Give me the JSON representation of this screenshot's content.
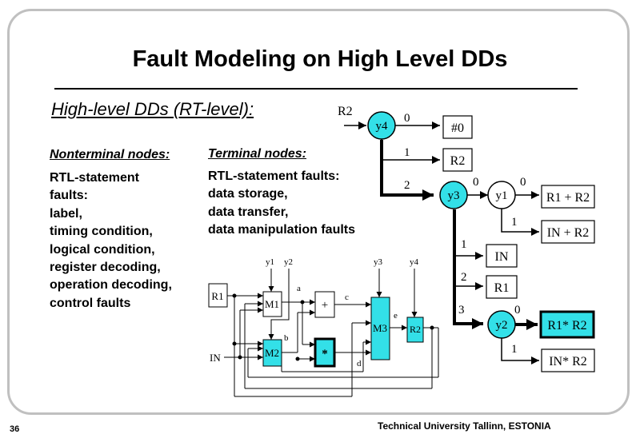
{
  "title": "Fault Modeling on High Level DDs",
  "subtitle": "High-level DDs (RT-level)",
  "subtitle_colon": ":",
  "nonterminal": {
    "heading": "Nonterminal nodes:",
    "items": [
      "RTL-statement",
      "faults:",
      "label,",
      "timing condition,",
      "logical condition,",
      "register decoding,",
      "operation decoding,",
      "control faults"
    ]
  },
  "terminal": {
    "heading": "Terminal nodes:",
    "items": [
      "RTL-statement faults:",
      "data storage,",
      "data transfer,",
      "data manipulation faults"
    ]
  },
  "dd": {
    "input_label": "R2",
    "nodes": {
      "y4": "y4",
      "y3": "y3",
      "y1": "y1",
      "y2": "y2"
    },
    "terminals": {
      "t0": "#0",
      "tR2": "R2",
      "tR1plusR2": "R1 + R2",
      "tINplusR2": "IN + R2",
      "tIN": "IN",
      "tR1": "R1",
      "tR1xR2": "R1* R2",
      "tINxR2": "IN* R2"
    },
    "edges": {
      "y4_0": "0",
      "y4_1": "1",
      "y4_2": "2",
      "y3_0": "0",
      "y3_1": "1",
      "y3_2": "2",
      "y3_3": "3",
      "y1_0": "0",
      "y1_1": "1",
      "y2_0": "0",
      "y2_1": "1"
    }
  },
  "circuit": {
    "r1": "R1",
    "m1": "M1",
    "m2": "M2",
    "m3": "M3",
    "r2": "R2",
    "plus": "+",
    "mult": "*",
    "in": "IN",
    "y1": "y1",
    "y2": "y2",
    "y3": "y3",
    "y4": "y4",
    "a": "a",
    "b": "b",
    "c": "c",
    "d": "d",
    "e": "e"
  },
  "colors": {
    "accent": "#33e0e8",
    "frame": "#c0c0c0"
  },
  "footer": {
    "page": "36",
    "org": "Technical University Tallinn, ESTONIA"
  }
}
